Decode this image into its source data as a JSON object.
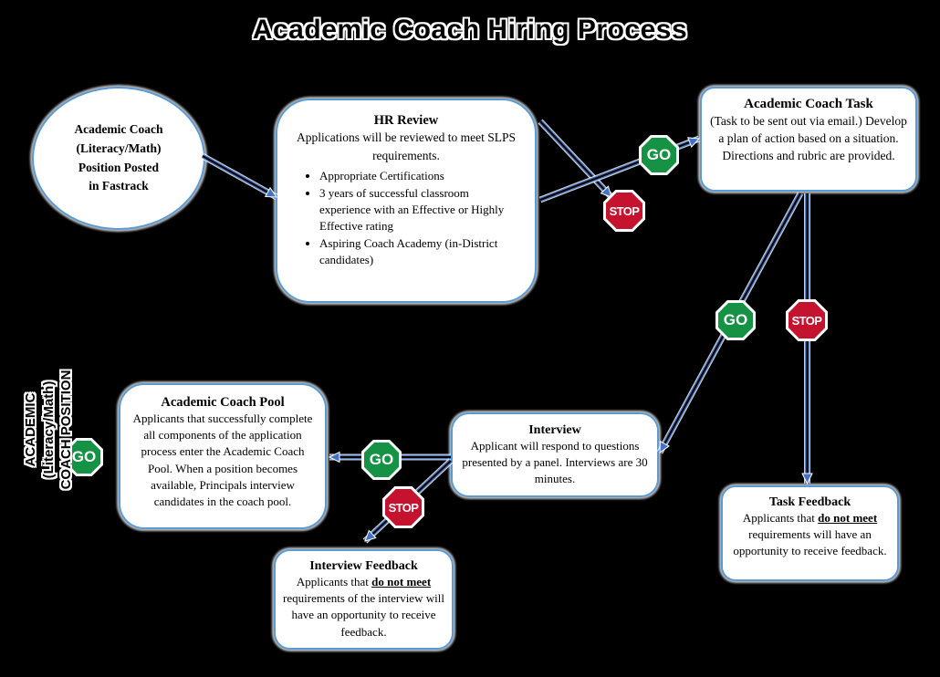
{
  "title": "Academic Coach Hiring Process",
  "side_label": {
    "line1": "ACADEMIC (Literacy/Math)",
    "line2": "COACH POSITION"
  },
  "nodes": {
    "start": {
      "lines": [
        "Academic Coach",
        "(Literacy/Math)",
        "Position Posted",
        "in Fastrack"
      ]
    },
    "hr_review": {
      "title": "HR Review",
      "subtitle": "Applications will be reviewed to meet SLPS requirements.",
      "bullets": [
        "Appropriate Certifications",
        " 3 years of successful classroom experience with an Effective or Highly Effective rating",
        "Aspiring Coach Academy (in-District candidates)"
      ]
    },
    "task": {
      "title": "Academic Coach Task",
      "body": "(Task to be sent out via email.) Develop a plan of action based on a situation.  Directions and rubric are provided."
    },
    "pool": {
      "title": "Academic Coach Pool",
      "body": "Applicants that successfully complete all components of the application process enter the Academic Coach Pool. When a position becomes available, Principals interview candidates in the coach pool."
    },
    "interview": {
      "title": "Interview",
      "body": "Applicant will respond to questions presented by a panel. Interviews are 30 minutes."
    },
    "interview_feedback": {
      "title": "Interview Feedback",
      "before": "Applicants that ",
      "emphasis": "do not meet",
      "after": " requirements of the interview will have an opportunity to receive feedback."
    },
    "task_feedback": {
      "title": "Task Feedback",
      "before": "Applicants that ",
      "emphasis": "do not meet",
      "after": " requirements will have an opportunity to receive feedback."
    }
  },
  "signs": {
    "go_label": "GO",
    "stop_label": "STOP"
  },
  "edges": [
    {
      "from": "position-posted",
      "to": "hr-review"
    },
    {
      "from": "hr-review",
      "to": "stop"
    },
    {
      "from": "hr-review",
      "to": "academic-coach-task",
      "via": "go"
    },
    {
      "from": "academic-coach-task",
      "to": "interview",
      "via": "go"
    },
    {
      "from": "academic-coach-task",
      "to": "task-feedback",
      "via": "stop"
    },
    {
      "from": "interview",
      "to": "academic-coach-pool",
      "via": "go"
    },
    {
      "from": "interview",
      "to": "interview-feedback",
      "via": "stop"
    }
  ],
  "colors": {
    "connector": "#4472c4",
    "box_border": "#5b9bd5",
    "go_green": "#169245",
    "stop_red": "#c4122f",
    "background": "#000000"
  }
}
